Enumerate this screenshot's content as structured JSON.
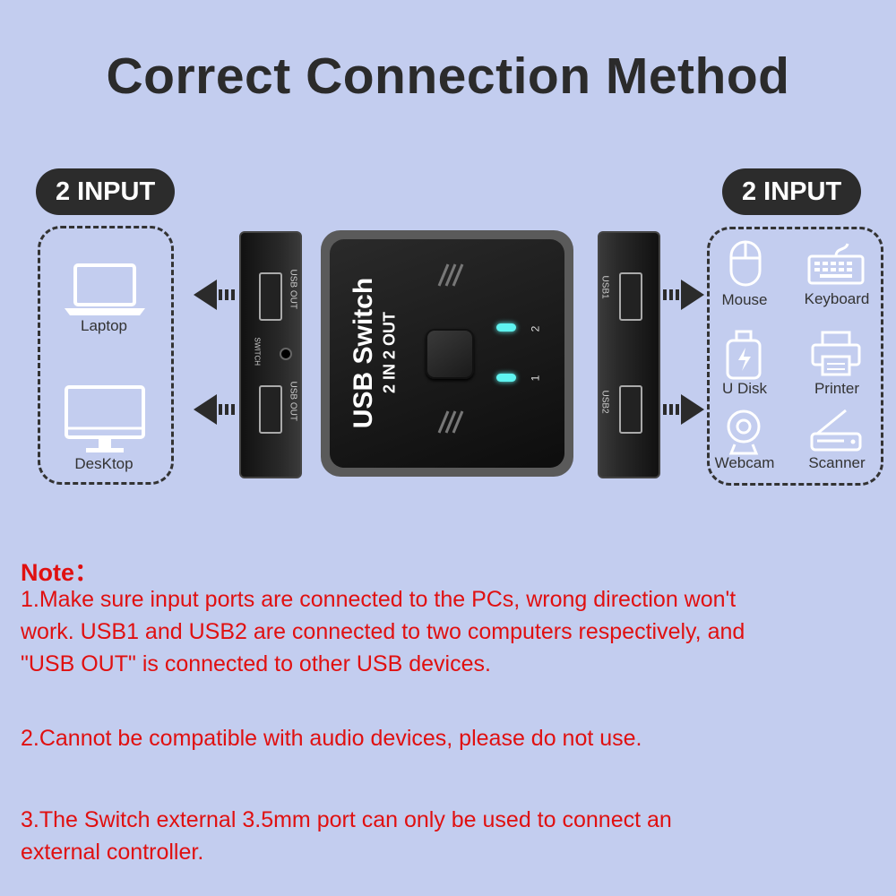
{
  "title": "Correct Connection Method",
  "left_panel": {
    "pill": "2 INPUT",
    "devices": [
      {
        "label": "Laptop",
        "icon": "laptop-icon"
      },
      {
        "label": "DesKtop",
        "icon": "desktop-icon"
      }
    ]
  },
  "right_panel": {
    "pill": "2 INPUT",
    "devices": [
      {
        "label": "Mouse",
        "icon": "mouse-icon"
      },
      {
        "label": "Keyboard",
        "icon": "keyboard-icon"
      },
      {
        "label": "U Disk",
        "icon": "usb-disk-icon"
      },
      {
        "label": "Printer",
        "icon": "printer-icon"
      },
      {
        "label": "Webcam",
        "icon": "webcam-icon"
      },
      {
        "label": "Scanner",
        "icon": "scanner-icon"
      }
    ]
  },
  "device": {
    "main_label": "USB Switch",
    "sub_label": "2 IN 2 OUT",
    "port_num_1": "1",
    "port_num_2": "2",
    "left_port_label_top": "USB OUT",
    "left_port_label_bottom": "USB OUT",
    "switch_label": "SWITCH",
    "right_port_label_top": "USB1",
    "right_port_label_bottom": "USB2"
  },
  "notes": {
    "heading": "Note：",
    "items": [
      [
        "1.Make sure input ports are connected to the PCs, wrong direction won't",
        "work. USB1 and USB2 are connected to two computers respectively, and",
        "\"USB OUT\" is connected to other USB devices."
      ],
      [
        "2.Cannot be compatible with audio devices, please do not use."
      ],
      [
        "3.The Switch external 3.5mm port can only be used to connect an",
        "external controller."
      ]
    ]
  },
  "colors": {
    "background": "#c3cdef",
    "note_red": "#e01010",
    "led_cyan": "#5ff3f0",
    "device_black": "#1a1a1a"
  }
}
